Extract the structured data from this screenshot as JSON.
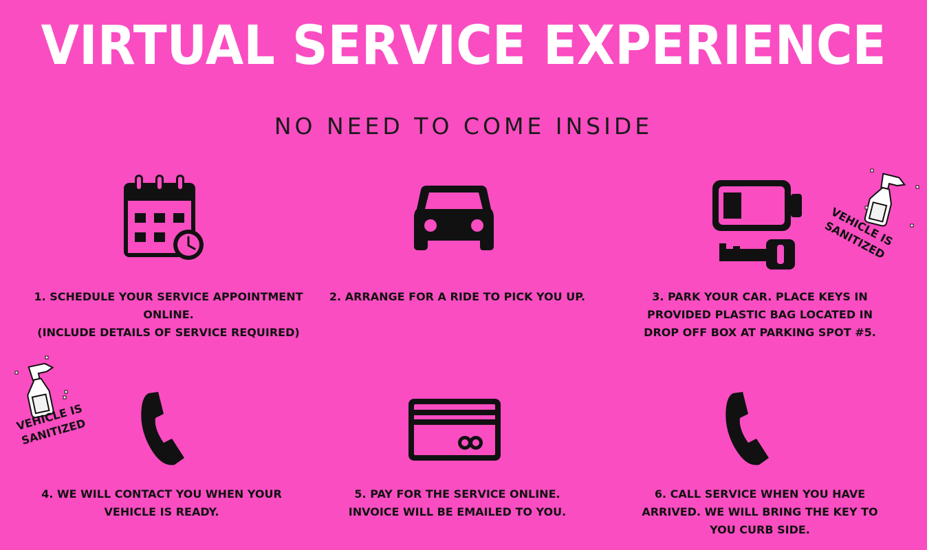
{
  "title": "VIRTUAL SERVICE EXPERIENCE",
  "subtitle": "NO NEED TO COME INSIDE",
  "steps": [
    {
      "lines": [
        "1. SCHEDULE YOUR SERVICE APPOINTMENT",
        "ONLINE.",
        "(INCLUDE DETAILS OF SERVICE REQUIRED)"
      ],
      "icon": "calendar-clock-icon"
    },
    {
      "lines": [
        "2. ARRANGE FOR A RIDE TO PICK YOU UP."
      ],
      "icon": "car-icon"
    },
    {
      "lines": [
        "3. PARK YOUR CAR. PLACE KEYS IN",
        "PROVIDED PLASTIC BAG LOCATED IN",
        "DROP OFF BOX AT PARKING SPOT #5."
      ],
      "icon": "battery-key-icon"
    },
    {
      "lines": [
        "4. WE WILL CONTACT YOU WHEN YOUR",
        "VEHICLE IS READY."
      ],
      "icon": "phone-icon"
    },
    {
      "lines": [
        "5. PAY FOR THE SERVICE ONLINE.",
        "INVOICE WILL BE EMAILED TO YOU."
      ],
      "icon": "credit-card-icon"
    },
    {
      "lines": [
        "6. CALL SERVICE WHEN YOU HAVE",
        "ARRIVED. WE WILL BRING THE KEY TO",
        "YOU CURB SIDE."
      ],
      "icon": "phone-icon"
    }
  ],
  "stickers": [
    {
      "lines": [
        "VEHICLE IS",
        "SANITIZED"
      ],
      "icon": "spray-bottle-icon"
    },
    {
      "lines": [
        "VEHICLE IS",
        "SANITIZED"
      ],
      "icon": "spray-bottle-icon"
    }
  ],
  "colors": {
    "background": "#fa4dc2",
    "title": "#ffffff",
    "icons": "#111111"
  }
}
